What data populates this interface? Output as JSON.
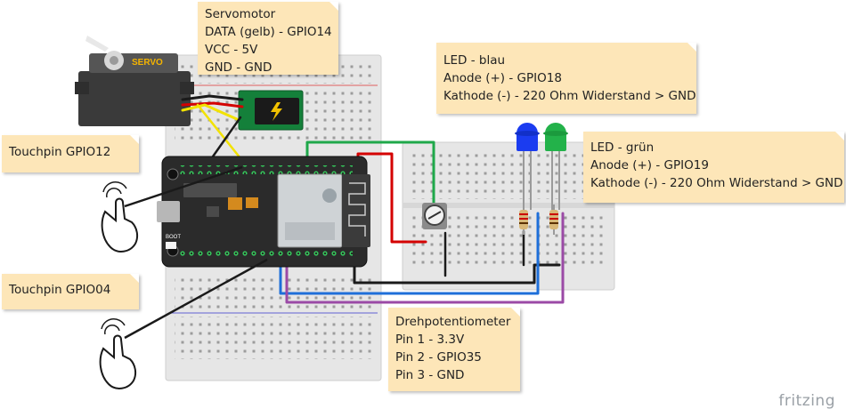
{
  "notes": {
    "servo": {
      "lines": [
        "Servomotor",
        "DATA (gelb) - GPIO14",
        "VCC - 5V",
        "GND - GND"
      ]
    },
    "led_blue": {
      "lines": [
        "LED - blau",
        "Anode (+) - GPIO18",
        "Kathode (-) - 220 Ohm Widerstand > GND"
      ]
    },
    "led_green": {
      "lines": [
        "LED - grün",
        "Anode (+) - GPIO19",
        "Kathode (-) - 220 Ohm Widerstand > GND"
      ]
    },
    "touch12": {
      "lines": [
        "Touchpin GPIO12"
      ]
    },
    "touch04": {
      "lines": [
        "Touchpin GPIO04"
      ]
    },
    "poti": {
      "lines": [
        "Drehpotentiometer",
        "Pin 1 - 3.3V",
        "Pin 2 - GPIO35",
        "Pin 3 - GND"
      ]
    }
  },
  "servo_label": "SERVO",
  "board_label": "BOOT",
  "brand": "fritzing",
  "colors": {
    "note_bg": "#fde6b8",
    "breadboard": "#e6e6e6",
    "board": "#2b2b2b",
    "wire_black": "#1a1a1a",
    "wire_red": "#d40000",
    "wire_green": "#1fa84a",
    "wire_blue": "#1e6fd9",
    "wire_purple": "#9b4aa6",
    "wire_yellow": "#f2e200",
    "led_blue": "#1b3cf0",
    "led_green": "#23b24a"
  }
}
